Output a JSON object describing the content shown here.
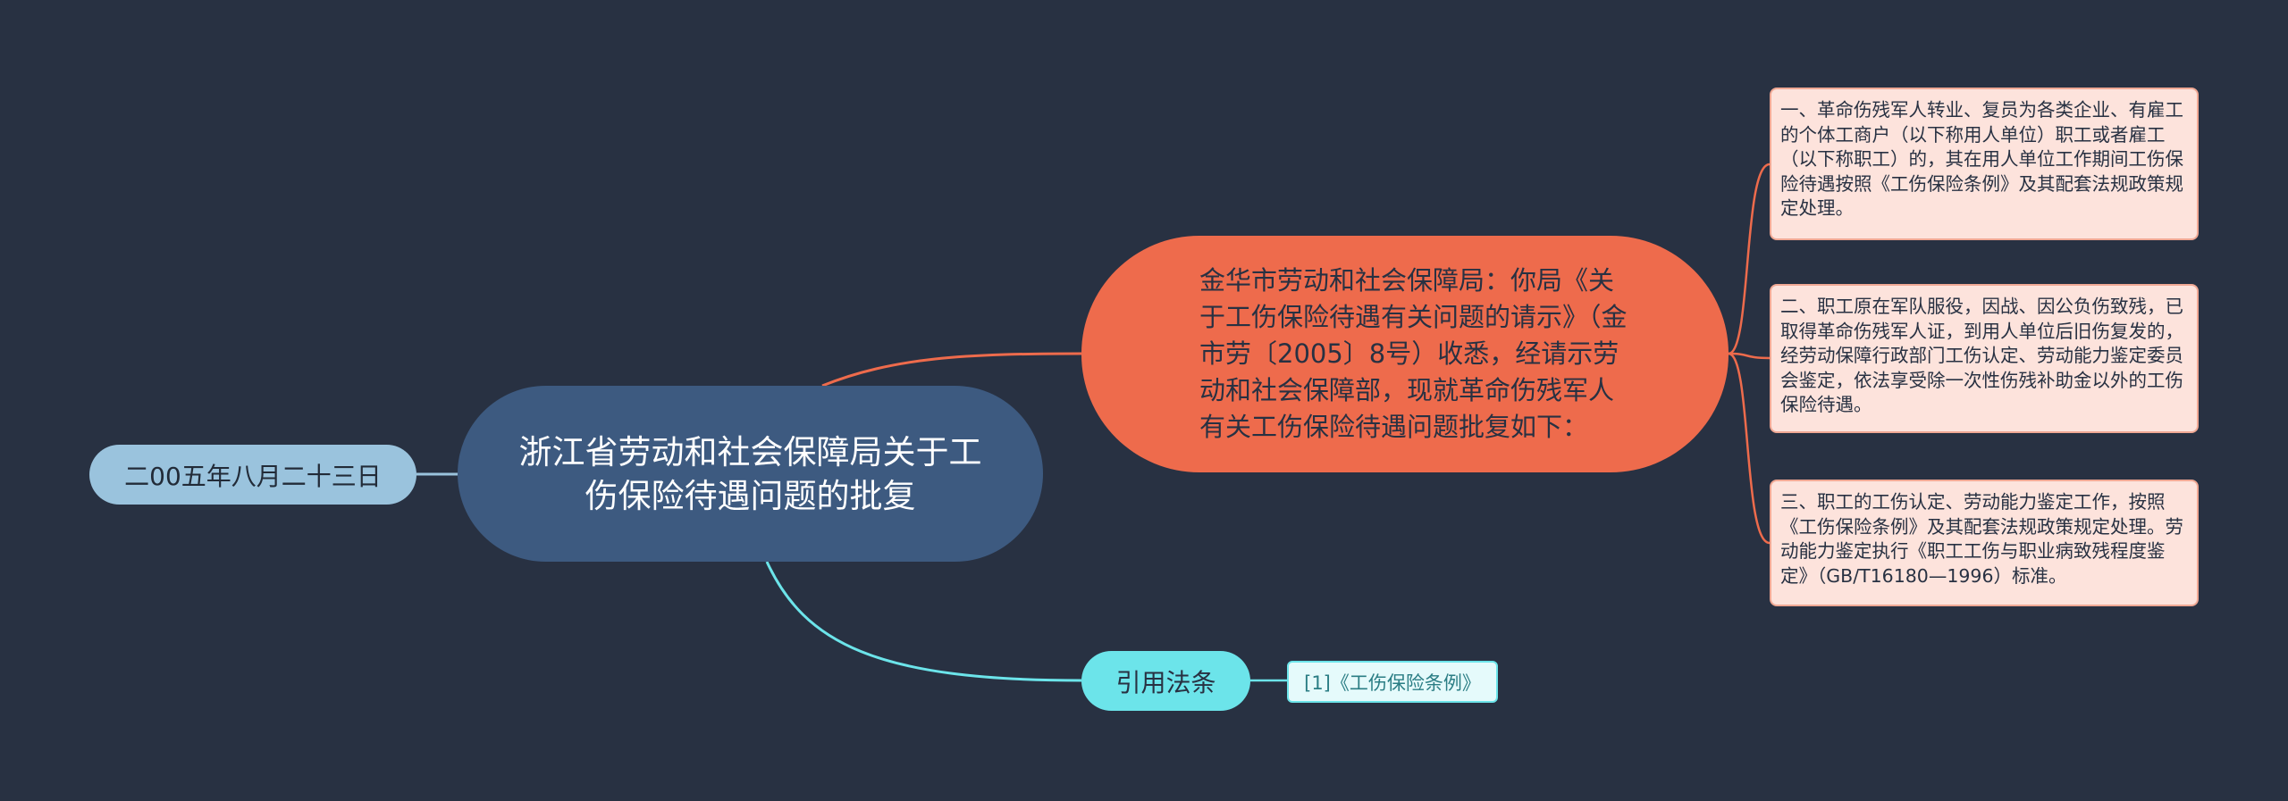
{
  "root": {
    "title": "浙江省劳动和社会保障局关于工伤保险待遇问题的批复"
  },
  "date": {
    "label": "二00五年八月二十三日"
  },
  "branch": {
    "text": "金华市劳动和社会保障局：你局《关于工伤保险待遇有关问题的请示》（金市劳〔2005〕8号）收悉，经请示劳动和社会保障部，现就革命伤残军人有关工伤保险待遇问题批复如下："
  },
  "leaves": [
    {
      "text": "一、革命伤残军人转业、复员为各类企业、有雇工的个体工商户（以下称用人单位）职工或者雇工（以下称职工）的，其在用人单位工作期间工伤保险待遇按照《工伤保险条例》及其配套法规政策规定处理。"
    },
    {
      "text": "二、职工原在军队服役，因战、因公负伤致残，已取得革命伤残军人证，到用人单位后旧伤复发的，经劳动保障行政部门工伤认定、劳动能力鉴定委员会鉴定，依法享受除一次性伤残补助金以外的工伤保险待遇。"
    },
    {
      "text": "三、职工的工伤认定、劳动能力鉴定工作，按照《工伤保险条例》及其配套法规政策规定处理。劳动能力鉴定执行《职工工伤与职业病致残程度鉴定》（GB/T16180—1996）标准。"
    }
  ],
  "law": {
    "label": "引用法条",
    "items": [
      {
        "text": "[1]《工伤保险条例》"
      }
    ]
  },
  "colors": {
    "background": "#283142",
    "root": "#3d5a80",
    "date": "#9ac3dd",
    "branch": "#ee6b4c",
    "leaf": "#fde3dc",
    "law": "#6ce4ea"
  }
}
